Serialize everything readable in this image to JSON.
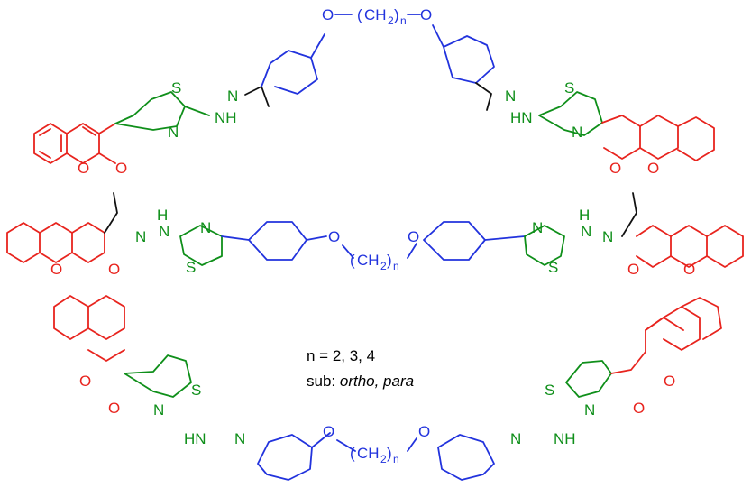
{
  "atoms": {
    "O": "O",
    "S": "S",
    "N": "N",
    "NH": "NH",
    "HN": "HN",
    "H": "H",
    "linker_open": "(",
    "linker_ch": "CH",
    "linker_two": "2",
    "linker_close": ")",
    "linker_n": "n"
  },
  "legend": {
    "line1": "n = 2, 3, 4",
    "line2_prefix": "sub: ",
    "line2_italic": "ortho, para"
  },
  "colors": {
    "coumarin": "#e8241e",
    "thiazole_hydrazone": "#0f8f1a",
    "aryl_linker": "#2233dd",
    "methyl": "#111111"
  }
}
